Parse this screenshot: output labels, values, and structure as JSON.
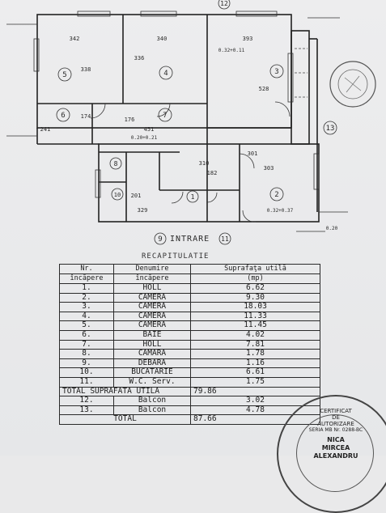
{
  "plan": {
    "rooms": [
      {
        "n": "1"
      },
      {
        "n": "2"
      },
      {
        "n": "3"
      },
      {
        "n": "4"
      },
      {
        "n": "5"
      },
      {
        "n": "6"
      },
      {
        "n": "7"
      },
      {
        "n": "8"
      },
      {
        "n": "10"
      }
    ],
    "axes": [
      "9",
      "11",
      "12",
      "13"
    ],
    "entrance": "INTRARE",
    "dims": [
      "342",
      "340",
      "393",
      "336",
      "338",
      "528",
      "174",
      "451",
      "241",
      "176",
      "301",
      "303",
      "310",
      "182",
      "201",
      "329"
    ],
    "levels": [
      "0.32+0.11",
      "0.32+0.37",
      "0.20",
      "0.20+0.21"
    ]
  },
  "recap": {
    "title": "RECAPITULATIE",
    "headers": {
      "nr": [
        "Nr.",
        "încăpere"
      ],
      "denumire": [
        "Denumire",
        "încăpere"
      ],
      "suprafata": [
        "Suprafaţa utilă",
        "(mp)"
      ]
    },
    "rows": [
      {
        "nr": "1.",
        "name": "HOLL",
        "area": "6.62"
      },
      {
        "nr": "2.",
        "name": "CAMERA",
        "area": "9.30"
      },
      {
        "nr": "3.",
        "name": "CAMERA",
        "area": "18.03"
      },
      {
        "nr": "4.",
        "name": "CAMERA",
        "area": "11.33"
      },
      {
        "nr": "5.",
        "name": "CAMERA",
        "area": "11.45"
      },
      {
        "nr": "6.",
        "name": "BAIE",
        "area": "4.02"
      },
      {
        "nr": "7.",
        "name": "HOLL",
        "area": "7.81"
      },
      {
        "nr": "8.",
        "name": "CAMARA",
        "area": "1.78"
      },
      {
        "nr": "9.",
        "name": "DEBARA",
        "area": "1.16"
      },
      {
        "nr": "10.",
        "name": "BUCATARIE",
        "area": "6.61"
      },
      {
        "nr": "11.",
        "name": "W.C. Serv.",
        "area": "1.75"
      }
    ],
    "total_label": "TOTAL SUPRAFATA UTILA",
    "total_value": "79.86",
    "balcony_rows": [
      {
        "nr": "12.",
        "name": "Balcon",
        "area": "3.02"
      },
      {
        "nr": "13.",
        "name": "Balcon",
        "area": "4.78"
      }
    ],
    "grand_label": "TOTAL",
    "grand_value": "87.66"
  },
  "stamp": {
    "line1": "CERTIFICAT",
    "line2": "DE",
    "line3": "AUTORIZARE",
    "line4": "SERIA MB Nr. 0288-BC",
    "line5": "NICA",
    "line6": "MIRCEA",
    "line7": "ALEXANDRU"
  }
}
